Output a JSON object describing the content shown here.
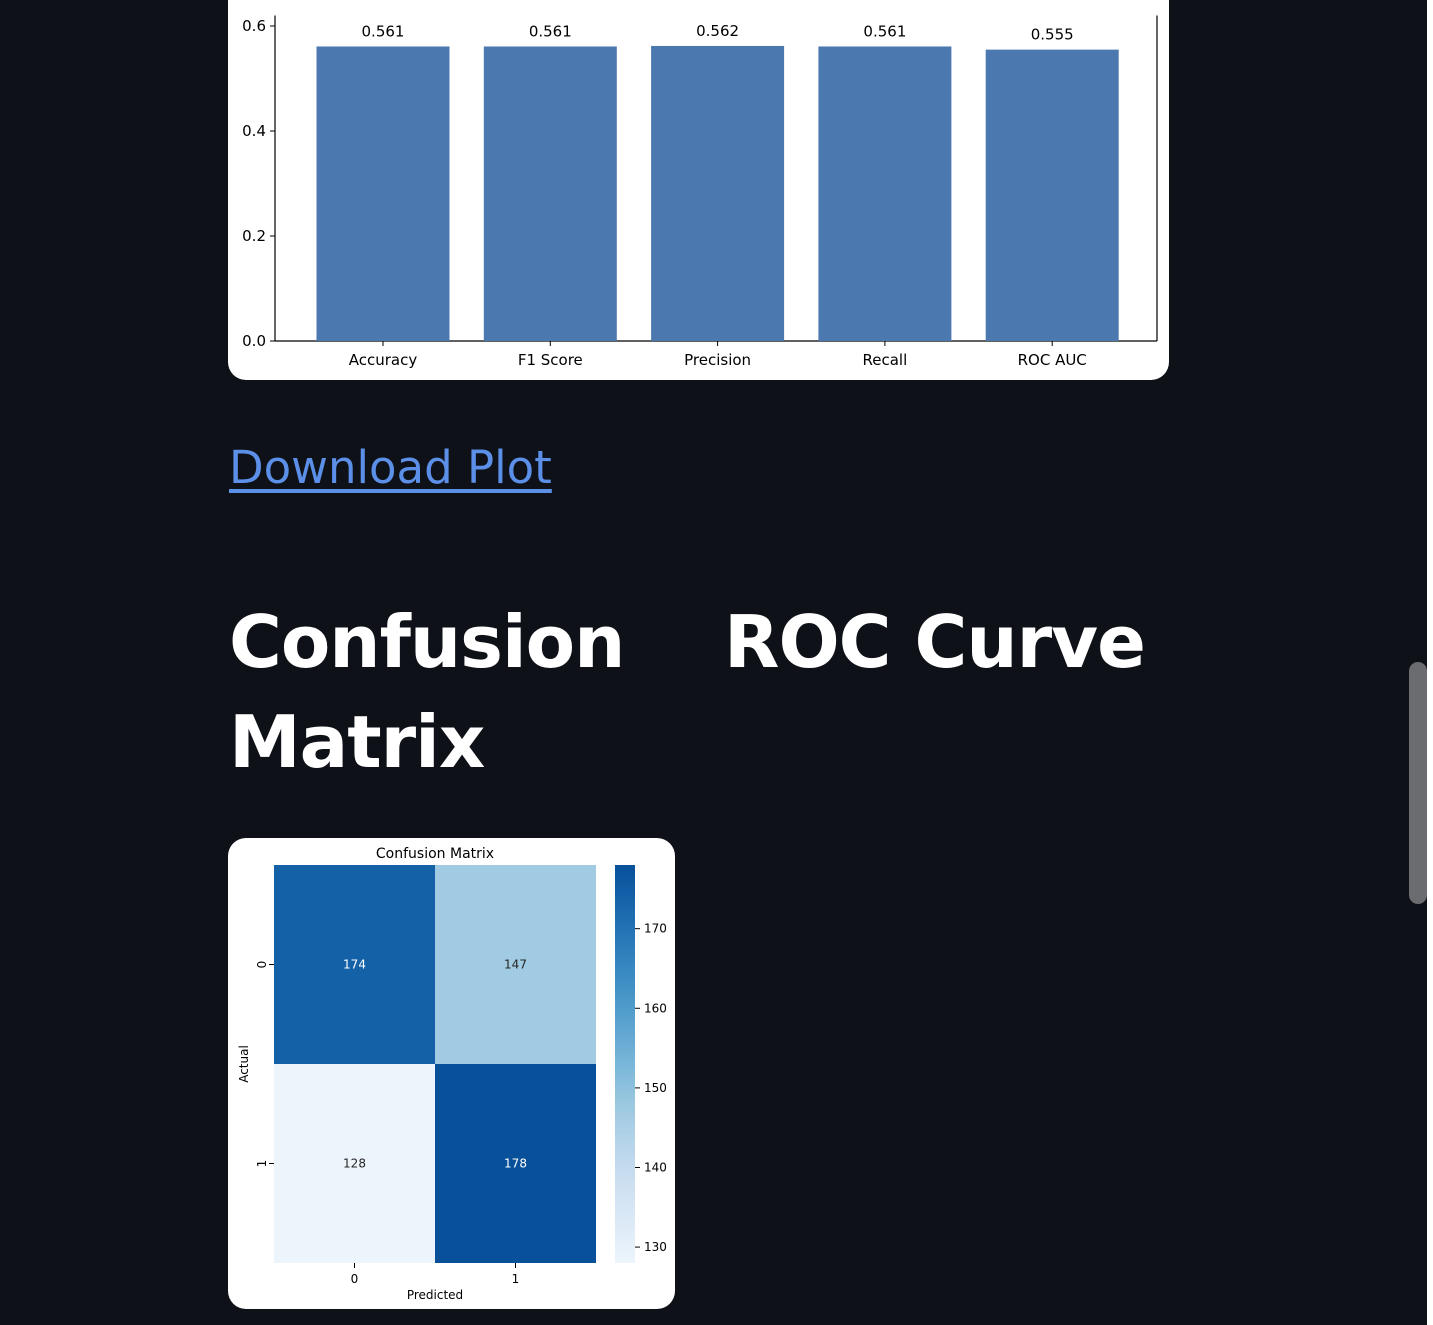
{
  "links": {
    "download_plot": "Download Plot"
  },
  "headings": {
    "confusion_matrix": "Confusion Matrix",
    "roc_curve": "ROC Curve"
  },
  "chart_data": [
    {
      "type": "bar",
      "categories": [
        "Accuracy",
        "F1 Score",
        "Precision",
        "Recall",
        "ROC AUC"
      ],
      "values": [
        0.561,
        0.561,
        0.562,
        0.561,
        0.555
      ],
      "value_labels": [
        "0.561",
        "0.561",
        "0.562",
        "0.561",
        "0.555"
      ],
      "yticks": [
        "0.0",
        "0.2",
        "0.4",
        "0.6"
      ],
      "ytick_values": [
        0,
        0.2,
        0.4,
        0.6
      ],
      "ylim": [
        0,
        0.62
      ],
      "bar_color": "#4c78b0"
    },
    {
      "type": "heatmap",
      "title": "Confusion Matrix",
      "xlabel": "Predicted",
      "ylabel": "Actual",
      "xticks": [
        "0",
        "1"
      ],
      "yticks": [
        "0",
        "1"
      ],
      "matrix": [
        [
          174,
          147
        ],
        [
          128,
          178
        ]
      ],
      "cell_labels": [
        [
          "174",
          "147"
        ],
        [
          "128",
          "178"
        ]
      ],
      "colorbar": {
        "ticks": [
          "130",
          "140",
          "150",
          "160",
          "170"
        ],
        "tick_values": [
          130,
          140,
          150,
          160,
          170
        ],
        "range": [
          128,
          178
        ]
      },
      "colormap": "Blues"
    }
  ]
}
